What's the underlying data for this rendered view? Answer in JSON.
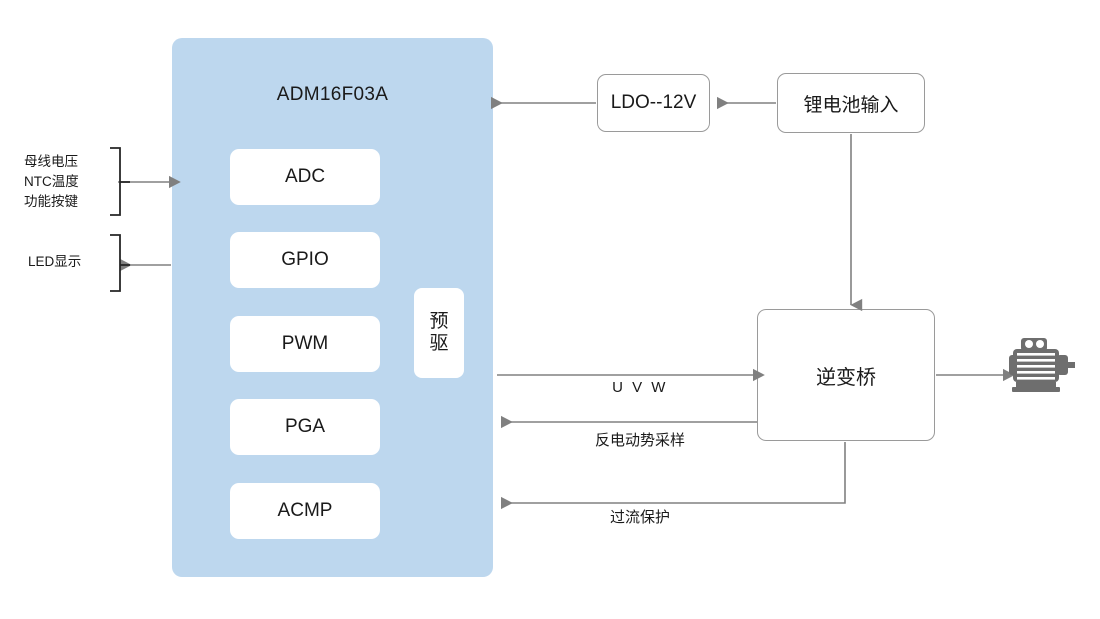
{
  "diagram": {
    "title": "ADM16F03A motor control block diagram",
    "colors": {
      "mcu_panel": "#bdd7ee",
      "block_fill": "#ffffff",
      "wire": "#808080",
      "bracket": "#262626",
      "motor": "#6e6e6e",
      "text": "#1a1a1a"
    }
  },
  "mcu": {
    "title": "ADM16F03A",
    "blocks": [
      {
        "id": "adc",
        "label": "ADC"
      },
      {
        "id": "gpio",
        "label": "GPIO"
      },
      {
        "id": "pwm",
        "label": "PWM"
      },
      {
        "id": "pga",
        "label": "PGA"
      },
      {
        "id": "acmp",
        "label": "ACMP"
      }
    ],
    "predriver": {
      "line1": "预",
      "line2": "驱",
      "label": "预驱"
    }
  },
  "external_blocks": [
    {
      "id": "ldo",
      "label": "LDO--12V"
    },
    {
      "id": "battery",
      "label": "锂电池输入"
    },
    {
      "id": "bridge",
      "label": "逆变桥"
    }
  ],
  "side_inputs": {
    "analog_group": [
      "母线电压",
      "NTC温度",
      "功能按键"
    ],
    "output_group": [
      "LED显示"
    ]
  },
  "connection_labels": {
    "uvw": "U V W",
    "bemf": "反电动势采样",
    "ocp": "过流保护"
  },
  "motor": {
    "label": "motor-icon"
  }
}
